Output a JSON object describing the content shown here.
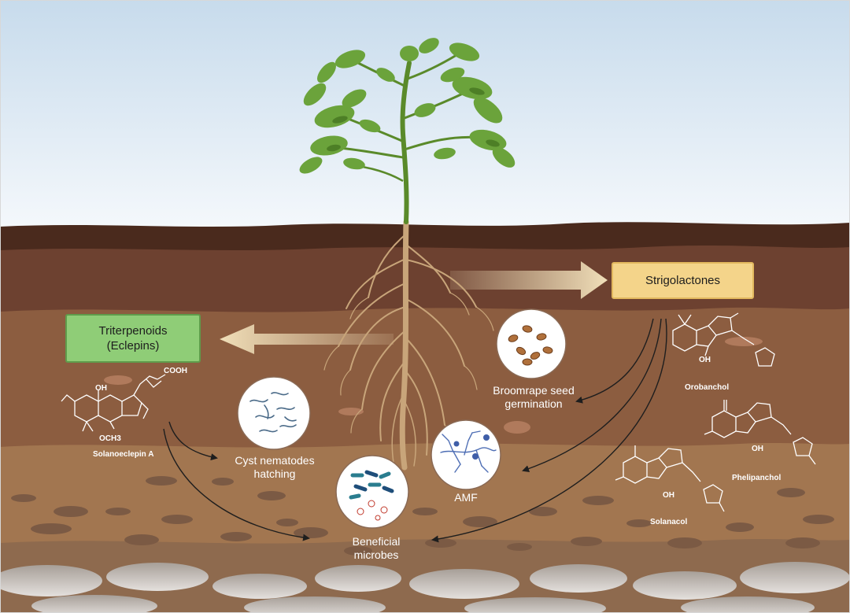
{
  "boxes": {
    "triterpenoids_line1": "Triterpenoids",
    "triterpenoids_line2": "(Eclepins)",
    "strigolactones": "Strigolactones"
  },
  "labels": {
    "broomrape_line1": "Broomrape seed",
    "broomrape_line2": "germination",
    "nematodes_line1": "Cyst nematodes",
    "nematodes_line2": "hatching",
    "amf": "AMF",
    "microbes_line1": "Beneficial",
    "microbes_line2": "microbes"
  },
  "compounds": {
    "solanoeclepin": "Solanoeclepin A",
    "orobanchol": "Orobanchol",
    "phelipanchol": "Phelipanchol",
    "solanacol": "Solanacol",
    "cooh": "COOH",
    "oh": "OH",
    "och3": "OCH3"
  },
  "colors": {
    "sky_top": "#c9dced",
    "soil_dark": "#4a2a1d",
    "soil_mid": "#6d4130",
    "soil_light": "#8c5d40",
    "soil_sand": "#a27650",
    "stone": "#7e5e48",
    "rock_gray": "#bdb6b0",
    "root": "#c8a57a",
    "stem": "#5a8a2a",
    "leaf": "#6ba33b",
    "green_box": "#8fcd77",
    "yellow_box": "#f4d48a"
  }
}
